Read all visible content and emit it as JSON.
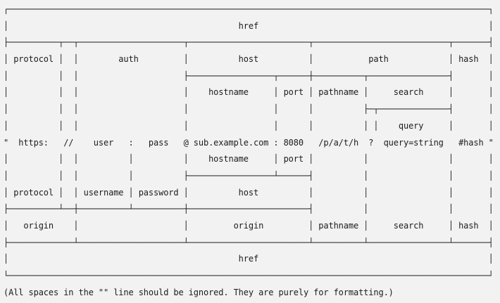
{
  "colors": {
    "background": "#f2f2f2",
    "text": "#1c1c1c"
  },
  "labels": [
    "href",
    "protocol",
    "auth",
    "host",
    "path",
    "hash",
    "hostname",
    "port",
    "pathname",
    "search",
    "query",
    "username",
    "password",
    "origin"
  ],
  "example_url": {
    "protocol": "https:",
    "slashes": "//",
    "username": "user",
    "password": "pass",
    "hostname": "sub.example.com",
    "port": "8080",
    "pathname": "/p/a/t/h",
    "query": "query=string",
    "hash": "#hash"
  },
  "diagram": {
    "lines": [
      "┌────────────────────────────────────────────────────────────────────────────────────────────────┐",
      "│                                              href                                              │",
      "├──────────┬──┬─────────────────────┬────────────────────────┬───────────────────────────┬───────┤",
      "│ protocol │  │        auth         │          host          │           path            │ hash  │",
      "│          │  │                     ├─────────────────┬──────┼──────────┬────────────────┤       │",
      "│          │  │                     │    hostname     │ port │ pathname │     search     │       │",
      "│          │  │                     │                 │      │          ├─┬──────────────┤       │",
      "│          │  │                     │                 │      │          │ │    query     │       │",
      "\"  https:   //    user   :   pass   @ sub.example.com : 8080   /p/a/t/h  ?  query=string   #hash \"",
      "│          │  │          │          │    hostname     │ port │          │                │       │",
      "│          │  │          │          ├─────────────────┴──────┤          │                │       │",
      "│ protocol │  │ username │ password │          host          │          │                │       │",
      "├──────────┴──┼──────────┴──────────┼────────────────────────┤          │                │       │",
      "│   origin    │                     │         origin         │ pathname │     search     │ hash  │",
      "├─────────────┴─────────────────────┴────────────────────────┴──────────┴────────────────┴───────┤",
      "│                                              href                                              │",
      "└────────────────────────────────────────────────────────────────────────────────────────────────┘"
    ],
    "caption": "(All spaces in the \"\" line should be ignored. They are purely for formatting.)"
  }
}
